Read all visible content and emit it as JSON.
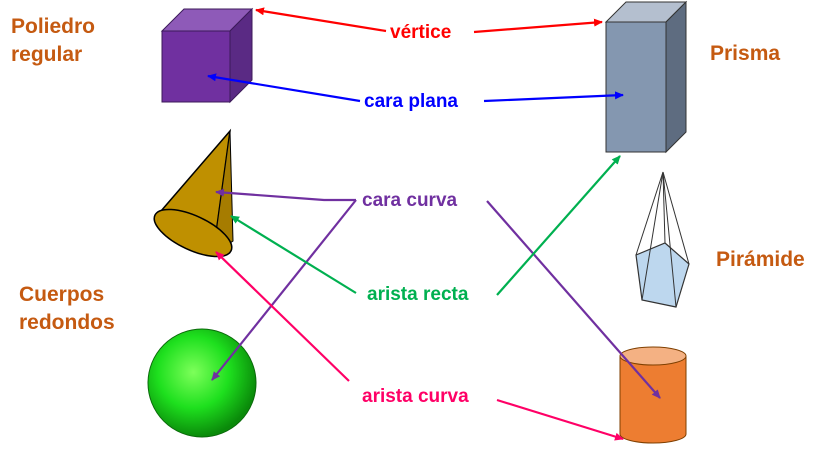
{
  "categories": {
    "poliedro_regular_line1": "Poliedro",
    "poliedro_regular_line2": "regular",
    "prisma": "Prisma",
    "piramide": "Pirámide",
    "cuerpos_redondos_line1": "Cuerpos",
    "cuerpos_redondos_line2": "redondos"
  },
  "terms": {
    "vertice": "vértice",
    "cara_plana": "cara plana",
    "cara_curva": "cara curva",
    "arista_recta": "arista recta",
    "arista_curva": "arista curva"
  },
  "colors": {
    "category_text": "#c55a11",
    "vertice": "#ff0000",
    "cara_plana": "#0000ff",
    "cara_curva": "#7030a0",
    "arista_recta": "#00b050",
    "arista_curva": "#ff0066"
  }
}
